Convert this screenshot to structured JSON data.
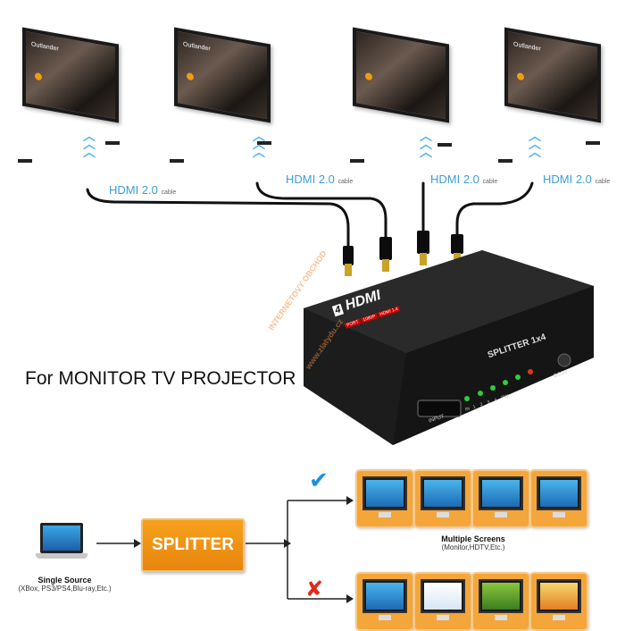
{
  "tvs": [
    {
      "screen_text": "Outlander"
    },
    {
      "screen_text": "Outlander"
    },
    {
      "screen_text": ""
    },
    {
      "screen_text": "Outlander"
    }
  ],
  "cables": [
    {
      "label": "HDMI 2.0",
      "sub": "cable"
    },
    {
      "label": "HDMI 2.0",
      "sub": "cable"
    },
    {
      "label": "HDMI 2.0",
      "sub": "cable"
    },
    {
      "label": "HDMI 2.0",
      "sub": "cable"
    }
  ],
  "device": {
    "brand": "HDMI",
    "brand_tag": "4",
    "spec_tags": [
      "PORT",
      "1080P",
      "HDMI 1.4"
    ],
    "model": "SPLITTER 1x4",
    "port_input": "INPUT",
    "port_power": "DC5V",
    "led_labels": [
      "IN",
      "1",
      "2",
      "3",
      "4",
      "PW"
    ]
  },
  "headline": "For MONITOR TV PROJECTOR",
  "watermark": "INTERNETOVY OBCHOD",
  "watermark2": "www.zlatydu.cz",
  "diagram": {
    "splitter_label": "SPLITTER",
    "source_title": "Single Source",
    "source_sub": "(XBox, PS3/PS4,Blu-ray,Etc.)",
    "screens_title": "Multiple Screens",
    "screens_sub": "(Monitor,HDTV,Etc.)",
    "check_icon": "✔",
    "cross_icon": "✘"
  },
  "colors": {
    "accent_blue": "#3c9fd6",
    "orange": "#f39a1e",
    "led_green": "#2ecc40",
    "led_red": "#e53322"
  }
}
